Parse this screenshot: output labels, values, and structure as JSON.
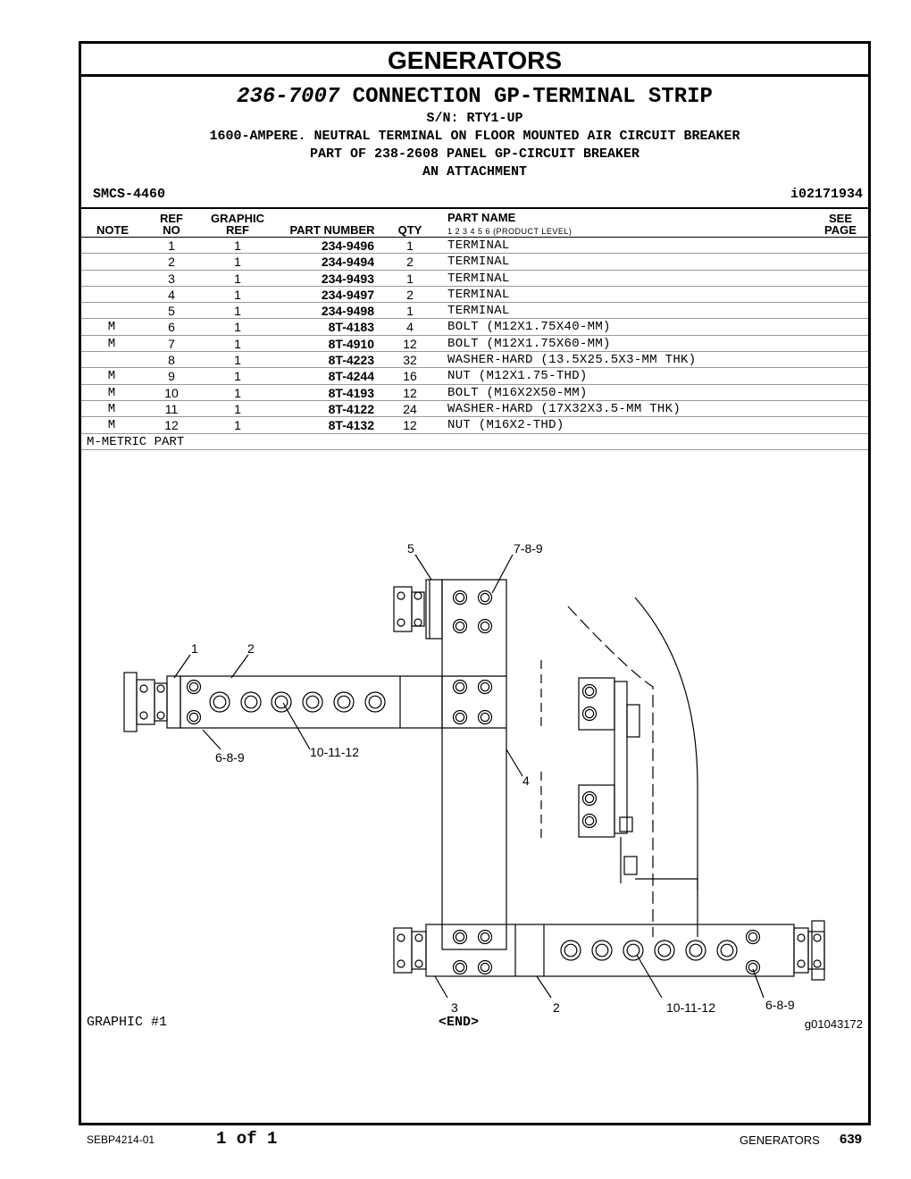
{
  "header": {
    "section_title": "GENERATORS",
    "part_group_number": "236-7007",
    "part_group_name": "CONNECTION GP-TERMINAL STRIP",
    "serial": "S/N: RTY1-UP",
    "desc1": "1600-AMPERE. NEUTRAL TERMINAL ON FLOOR MOUNTED AIR CIRCUIT BREAKER",
    "desc2": "PART OF 238-2608 PANEL GP-CIRCUIT BREAKER",
    "desc3": "AN ATTACHMENT",
    "smcs": "SMCS-4460",
    "illustration_id": "i02171934"
  },
  "columns": {
    "note": "NOTE",
    "ref_no_top": "REF",
    "ref_no_bottom": "NO",
    "graphic_ref_top": "GRAPHIC",
    "graphic_ref_bottom": "REF",
    "part_number": "PART NUMBER",
    "qty": "QTY",
    "part_name": "PART NAME",
    "product_level": "1   2   3   4   5   6   (PRODUCT LEVEL)",
    "see_page_top": "SEE",
    "see_page_bottom": "PAGE"
  },
  "parts": [
    {
      "note": "",
      "ref": "1",
      "graphic": "1",
      "part_number": "234-9496",
      "qty": "1",
      "name": "TERMINAL"
    },
    {
      "note": "",
      "ref": "2",
      "graphic": "1",
      "part_number": "234-9494",
      "qty": "2",
      "name": "TERMINAL"
    },
    {
      "note": "",
      "ref": "3",
      "graphic": "1",
      "part_number": "234-9493",
      "qty": "1",
      "name": "TERMINAL"
    },
    {
      "note": "",
      "ref": "4",
      "graphic": "1",
      "part_number": "234-9497",
      "qty": "2",
      "name": "TERMINAL"
    },
    {
      "note": "",
      "ref": "5",
      "graphic": "1",
      "part_number": "234-9498",
      "qty": "1",
      "name": "TERMINAL"
    },
    {
      "note": "M",
      "ref": "6",
      "graphic": "1",
      "part_number": "8T-4183",
      "qty": "4",
      "name": "BOLT (M12X1.75X40-MM)"
    },
    {
      "note": "M",
      "ref": "7",
      "graphic": "1",
      "part_number": "8T-4910",
      "qty": "12",
      "name": "BOLT (M12X1.75X60-MM)"
    },
    {
      "note": "",
      "ref": "8",
      "graphic": "1",
      "part_number": "8T-4223",
      "qty": "32",
      "name": "WASHER-HARD (13.5X25.5X3-MM THK)"
    },
    {
      "note": "M",
      "ref": "9",
      "graphic": "1",
      "part_number": "8T-4244",
      "qty": "16",
      "name": "NUT (M12X1.75-THD)"
    },
    {
      "note": "M",
      "ref": "10",
      "graphic": "1",
      "part_number": "8T-4193",
      "qty": "12",
      "name": "BOLT (M16X2X50-MM)"
    },
    {
      "note": "M",
      "ref": "11",
      "graphic": "1",
      "part_number": "8T-4122",
      "qty": "24",
      "name": "WASHER-HARD (17X32X3.5-MM THK)"
    },
    {
      "note": "M",
      "ref": "12",
      "graphic": "1",
      "part_number": "8T-4132",
      "qty": "12",
      "name": "NUT (M16X2-THD)"
    }
  ],
  "footnote": "M-METRIC PART",
  "graphic": {
    "label": "GRAPHIC #1",
    "end": "<END>",
    "graphic_id": "g01043172",
    "callouts": {
      "c5": "5",
      "c789": "7-8-9",
      "c1": "1",
      "c2a": "2",
      "c689a": "6-8-9",
      "c101112a": "10-11-12",
      "c4": "4",
      "c3": "3",
      "c2b": "2",
      "c101112b": "10-11-12",
      "c689b": "6-8-9"
    }
  },
  "footer": {
    "doc_number": "SEBP4214-01",
    "pages": "1 of 1",
    "section": "GENERATORS",
    "page_number": "639"
  }
}
